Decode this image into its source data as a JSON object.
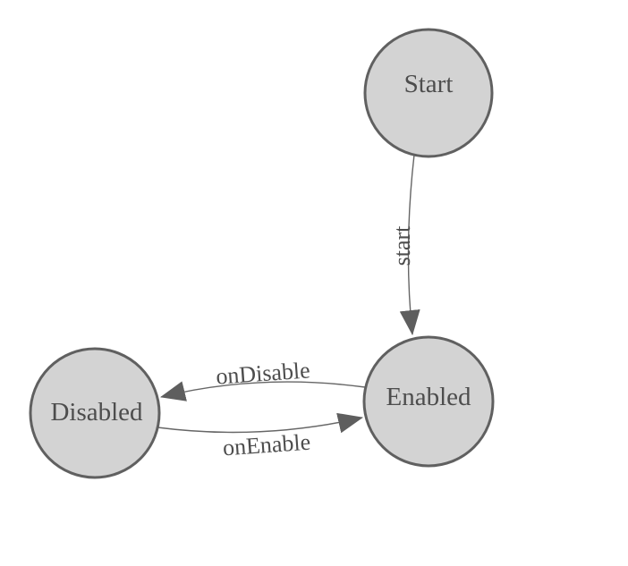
{
  "diagram": {
    "type": "state-machine",
    "nodes": [
      {
        "id": "start",
        "label": "Start"
      },
      {
        "id": "enabled",
        "label": "Enabled"
      },
      {
        "id": "disabled",
        "label": "Disabled"
      }
    ],
    "edges": [
      {
        "from": "start",
        "to": "enabled",
        "label": "start"
      },
      {
        "from": "enabled",
        "to": "disabled",
        "label": "onDisable"
      },
      {
        "from": "disabled",
        "to": "enabled",
        "label": "onEnable"
      }
    ],
    "colors": {
      "background": "#ffffff",
      "node_fill": "#d3d3d3",
      "node_stroke": "#606060",
      "edge_stroke": "#666666",
      "arrow_fill": "#5e5e5e",
      "label_text": "#4d4d4d"
    }
  }
}
